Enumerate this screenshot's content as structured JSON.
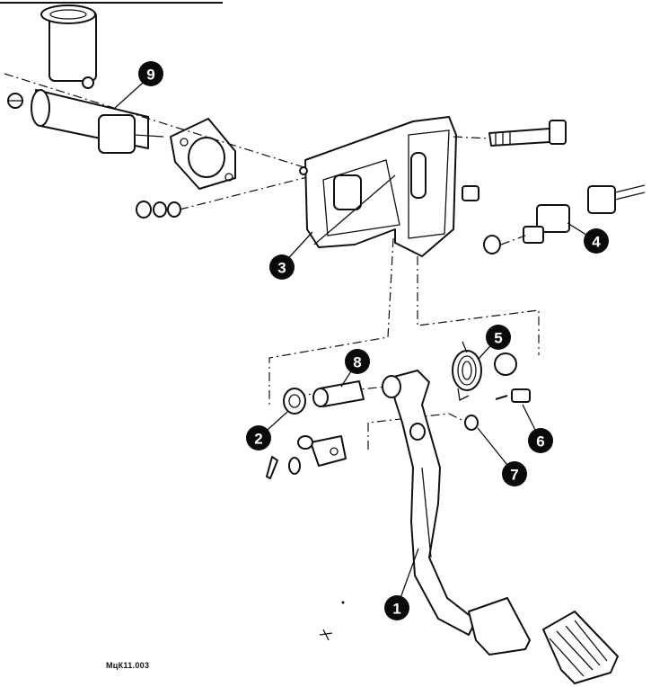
{
  "diagram": {
    "caption": "МцК11.003",
    "callouts": [
      "1",
      "2",
      "3",
      "4",
      "5",
      "6",
      "7",
      "8",
      "9"
    ]
  }
}
